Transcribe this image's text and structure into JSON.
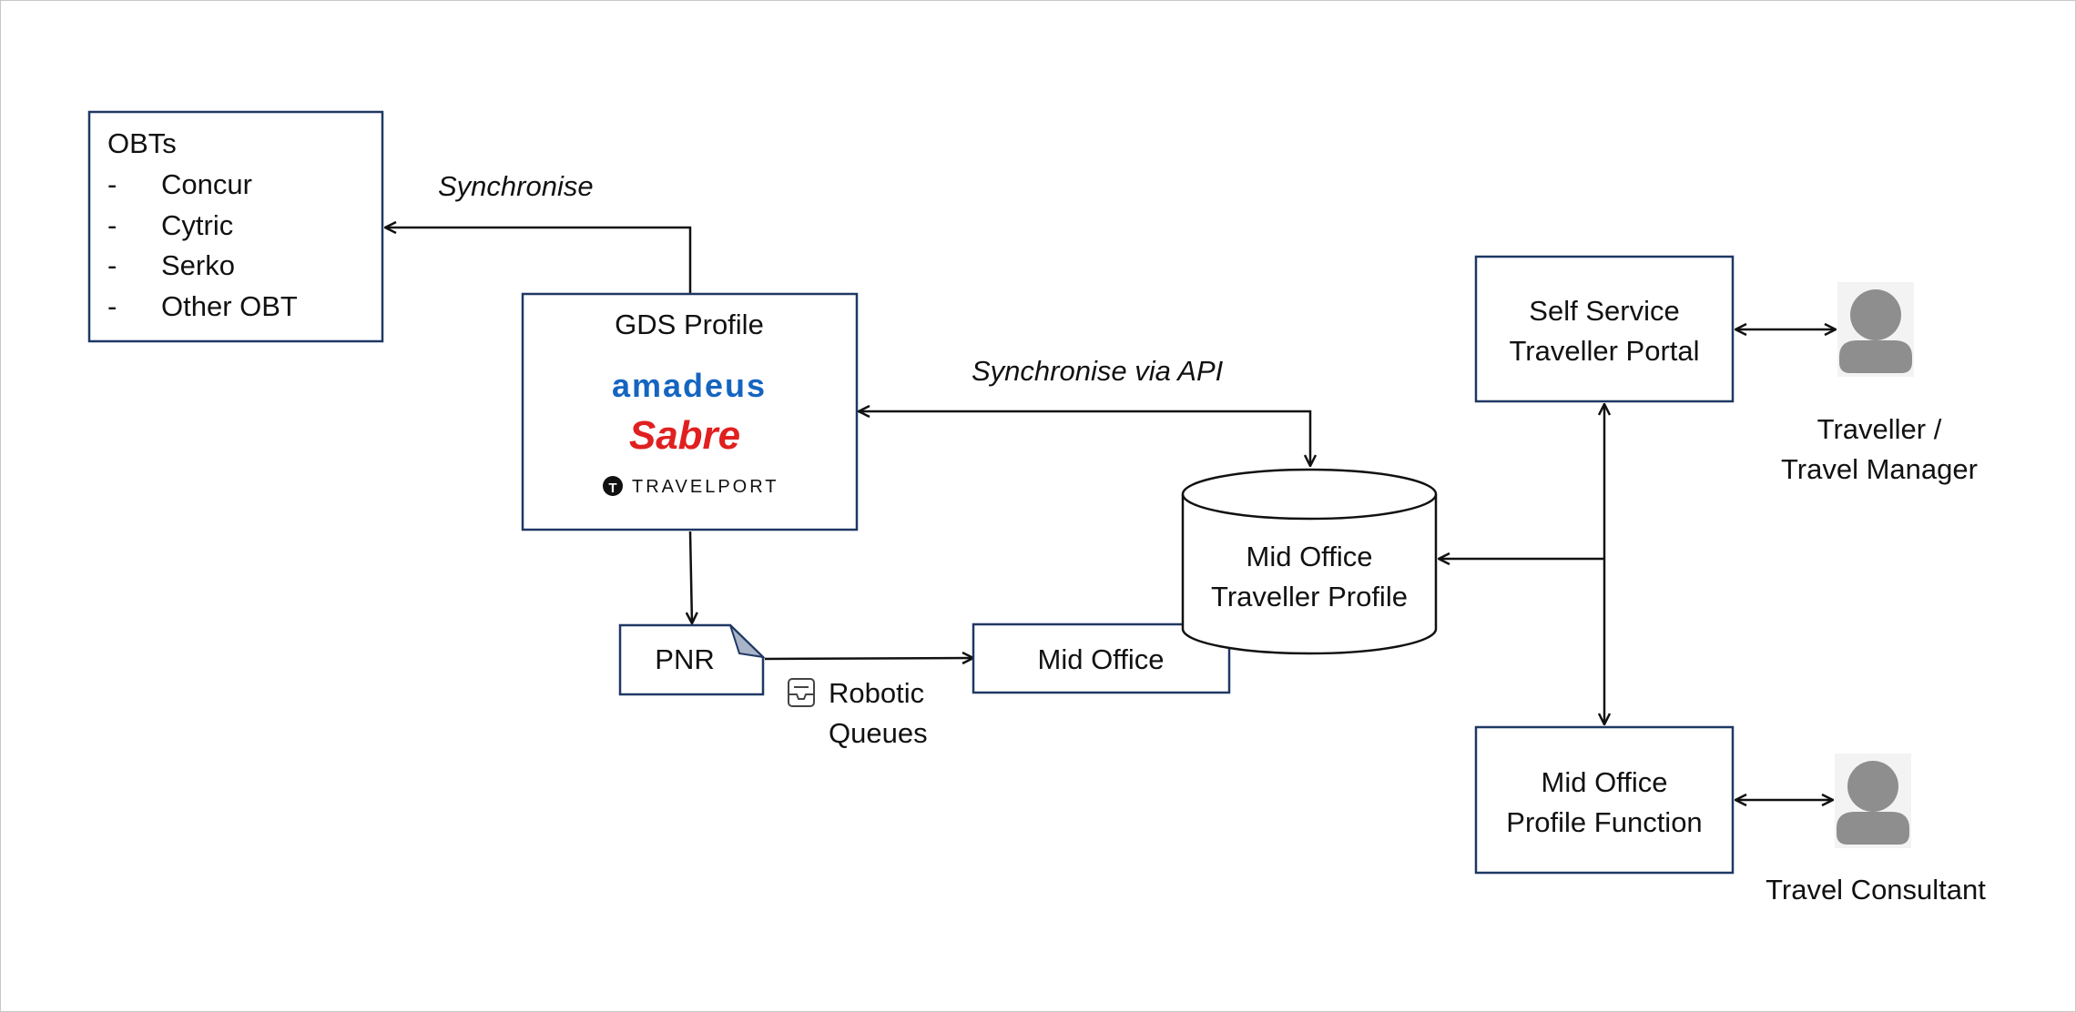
{
  "obt_box": {
    "title": "OBTs",
    "items": [
      {
        "bullet": "-",
        "label": "Concur"
      },
      {
        "bullet": "-",
        "label": "Cytric"
      },
      {
        "bullet": "-",
        "label": "Serko"
      },
      {
        "bullet": "-",
        "label": "Other OBT"
      }
    ]
  },
  "sync_label": "Synchronise",
  "gds_box": {
    "title": "GDS Profile",
    "logos": {
      "amadeus": "amadeus",
      "sabre": "Sabre",
      "travelport": "TRAVELPORT",
      "travelport_mark": "T"
    }
  },
  "sync_api_label": "Synchronise via API",
  "pnr_label": "PNR",
  "robotic_queues": {
    "line1": "Robotic",
    "line2": "Queues",
    "icon": "inbox-tray-icon"
  },
  "mid_office_label": "Mid Office",
  "mid_office_profile": {
    "line1": "Mid Office",
    "line2": "Traveller Profile"
  },
  "self_service": {
    "line1": "Self Service",
    "line2": "Traveller Portal"
  },
  "profile_function": {
    "line1": "Mid Office",
    "line2": "Profile Function"
  },
  "traveller_actor": {
    "line1": "Traveller /",
    "line2": "Travel Manager",
    "icon": "person-icon"
  },
  "consultant_actor": {
    "label": "Travel Consultant",
    "icon": "person-icon"
  },
  "colors": {
    "box_border": "#1f3864",
    "amadeus": "#1565c0",
    "sabre": "#e02020",
    "person": "#8e8e8e"
  }
}
